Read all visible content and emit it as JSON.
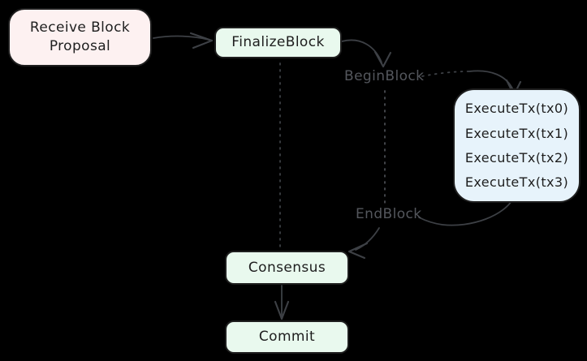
{
  "diagram": {
    "nodes": {
      "receive_proposal": {
        "lines": [
          "Receive Block",
          "Proposal"
        ],
        "fill": "#fdf1f1"
      },
      "finalize_block": {
        "label": "FinalizeBlock",
        "fill": "#e9f9ee"
      },
      "execute_tx": {
        "lines": [
          "ExecuteTx(tx0)",
          "ExecuteTx(tx1)",
          "ExecuteTx(tx2)",
          "ExecuteTx(tx3)"
        ],
        "fill": "#e7f3fb"
      },
      "consensus": {
        "label": "Consensus",
        "fill": "#e9f9ee"
      },
      "commit": {
        "label": "Commit",
        "fill": "#e9f9ee"
      }
    },
    "edge_labels": {
      "begin_block": "BeginBlock",
      "end_block": "EndBlock"
    },
    "colors": {
      "background": "#000000",
      "node_border": "#1e1e1e",
      "node_text": "#1e1e1e",
      "edge_stroke": "#3d4045",
      "edge_label_text": "#54575d",
      "dotted_line_gray": "#4a4d52"
    }
  }
}
